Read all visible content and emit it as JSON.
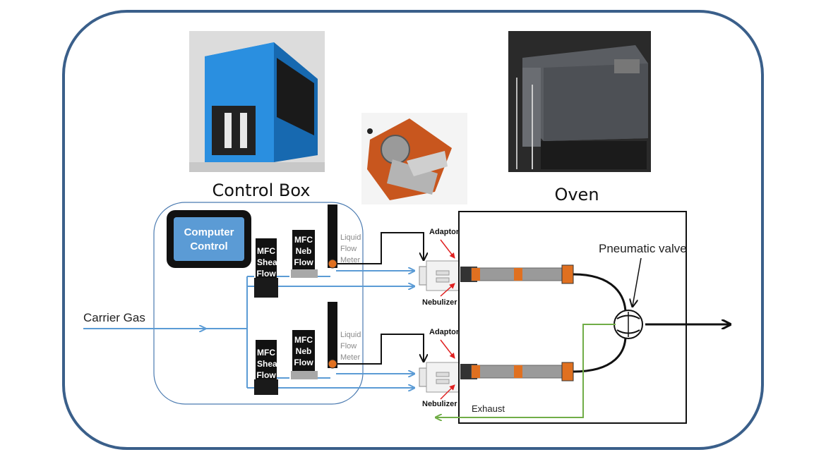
{
  "labels": {
    "control_box": "Control Box",
    "oven": "Oven",
    "computer_control_line1": "Computer",
    "computer_control_line2": "Control",
    "carrier_gas": "Carrier Gas",
    "pneumatic_valve": "Pneumatic valve",
    "exhaust": "Exhaust",
    "adaptor": "Adaptor",
    "nebulizer": "Nebulizer",
    "mfc": "MFC",
    "sheath": "Sheath",
    "neb": "Neb",
    "flow": "Flow",
    "liquid": "Liquid",
    "meter": "Meter"
  },
  "colors": {
    "frame": "#3a5f8a",
    "gas_line": "#5b9bd5",
    "exhaust_line": "#70ad47",
    "control_blue": "#5b9bd5",
    "accent_red": "#e02020",
    "tube_orange": "#e07020",
    "tube_gray": "#9a9a9a"
  }
}
